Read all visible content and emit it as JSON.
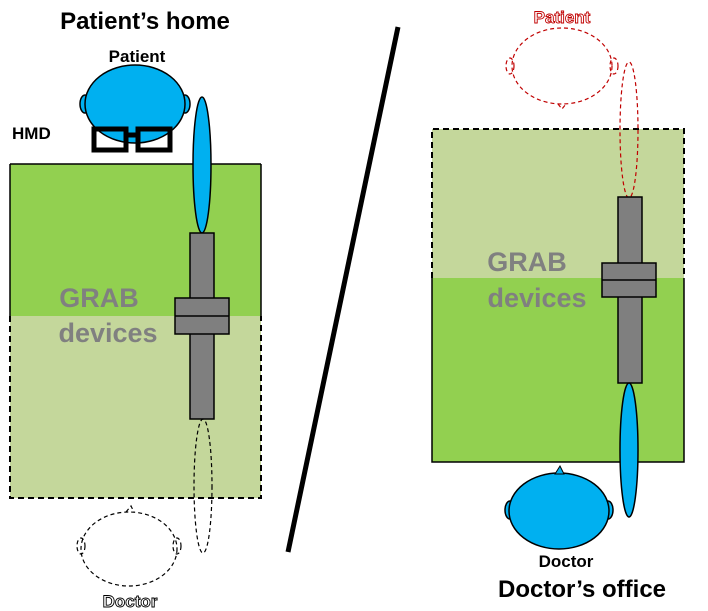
{
  "left_panel": {
    "title": "Patient’s home",
    "patient_label": "Patient",
    "hmd_label": "HMD",
    "grab_line1": "GRAB",
    "grab_line2": "devices",
    "ghost_label": "Doctor"
  },
  "right_panel": {
    "title": "Doctor’s office",
    "doctor_label": "Doctor",
    "grab_line1": "GRAB",
    "grab_line2": "devices",
    "ghost_label": "Patient"
  },
  "colors": {
    "table_green": "#92D050",
    "table_light": "#C4D79B",
    "head_blue": "#00B0F0",
    "device_gray": "#7F7F7F",
    "ghost_red": "#C00000"
  }
}
